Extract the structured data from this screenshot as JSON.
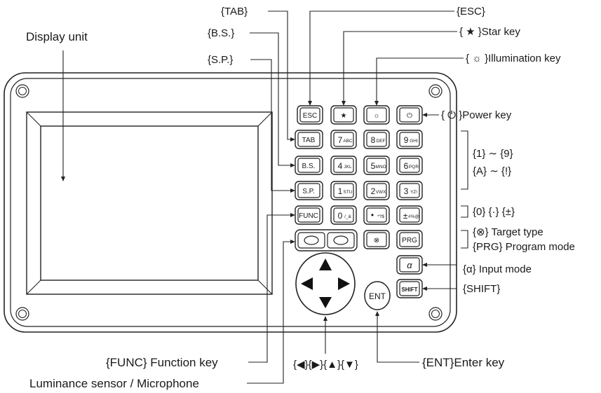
{
  "labels": {
    "tab": "{TAB}",
    "esc": "{ESC}",
    "star": "{ ★ }Star key",
    "bs": "{B.S.}",
    "display": "Display unit",
    "sp": "{S.P.}",
    "illum": "{ ☼ }Illumination key",
    "power": "{ ⏻ }Power key",
    "num1": "{1} ∼ {9}",
    "num2": "{A} ∼ {!}",
    "zero": "{0} {·} {±}",
    "target": "{⊗} Target type",
    "prg": "{PRG} Program mode",
    "alpha": "{α} Input mode",
    "shift": "{SHIFT}",
    "func": "{FUNC} Function key",
    "arrows": "{◀}{▶}{▲}{▼}",
    "ent": "{ENT}Enter key",
    "lum": "Luminance sensor / Microphone"
  },
  "keys": {
    "esc": "ESC",
    "star": "★",
    "illum": "☼",
    "power": "⏻",
    "tab": "TAB",
    "bs": "B.S.",
    "sp": "S.P.",
    "func": "FUNC",
    "k7": "7",
    "k7s": "ABC",
    "k8": "8",
    "k8s": "DEF",
    "k9": "9",
    "k9s": "GHI",
    "k4": "4",
    "k4s": "JKL",
    "k5": "5",
    "k5s": "MNO",
    "k6": "6",
    "k6s": "PQR",
    "k1": "1",
    "k1s": "STU",
    "k2": "2",
    "k2s": "VWX",
    "k3": "3",
    "k3s": "YZ!",
    "k0": "0",
    "k0s": "/_&",
    "kdot": "•",
    "kdots": "*?$",
    "kpm": "±",
    "kpms": "#%@",
    "target": "⊗",
    "prg": "PRG",
    "alpha": "α",
    "shift": "SHIFT",
    "ent": "ENT"
  }
}
